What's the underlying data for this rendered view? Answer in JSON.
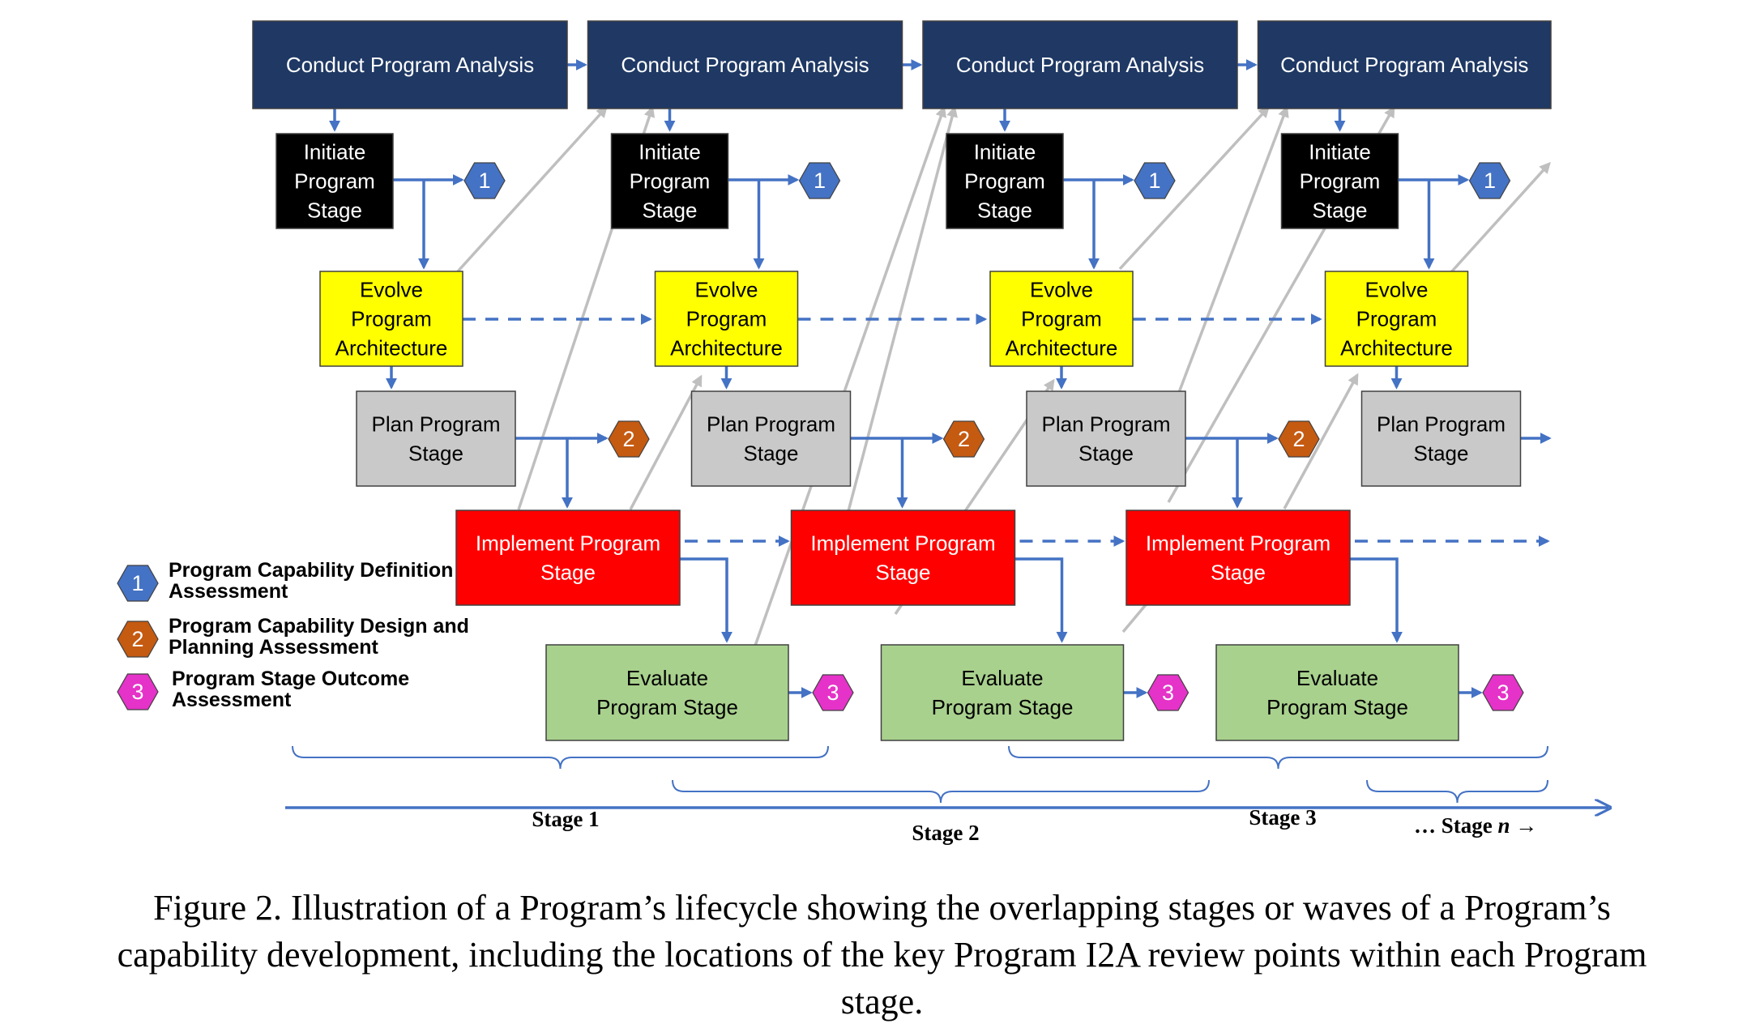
{
  "columns": [
    {
      "analysis": "Conduct Program Analysis",
      "initiate": [
        "Initiate",
        "Program",
        "Stage"
      ],
      "evolve": [
        "Evolve",
        "Program",
        "Architecture"
      ],
      "plan": [
        "Plan Program",
        "Stage"
      ],
      "implement": [
        "Implement Program",
        "Stage"
      ],
      "evaluate": [
        "Evaluate",
        "Program Stage"
      ]
    },
    {
      "analysis": "Conduct Program Analysis",
      "initiate": [
        "Initiate",
        "Program",
        "Stage"
      ],
      "evolve": [
        "Evolve",
        "Program",
        "Architecture"
      ],
      "plan": [
        "Plan Program",
        "Stage"
      ],
      "implement": [
        "Implement Program",
        "Stage"
      ],
      "evaluate": [
        "Evaluate",
        "Program Stage"
      ]
    },
    {
      "analysis": "Conduct Program Analysis",
      "initiate": [
        "Initiate",
        "Program",
        "Stage"
      ],
      "evolve": [
        "Evolve",
        "Program",
        "Architecture"
      ],
      "plan": [
        "Plan Program",
        "Stage"
      ],
      "implement": [
        "Implement Program",
        "Stage"
      ],
      "evaluate": [
        "Evaluate",
        "Program Stage"
      ]
    },
    {
      "analysis": "Conduct Program Analysis",
      "initiate": [
        "Initiate",
        "Program",
        "Stage"
      ],
      "evolve": [
        "Evolve",
        "Program",
        "Architecture"
      ],
      "plan": [
        "Plan Program",
        "Stage"
      ]
    }
  ],
  "markers": {
    "m1": "1",
    "m2": "2",
    "m3": "3"
  },
  "legend": [
    {
      "marker": "1",
      "lines": [
        "Program Capability Definition",
        "Assessment"
      ]
    },
    {
      "marker": "2",
      "lines": [
        "Program Capability Design and",
        "Planning Assessment"
      ]
    },
    {
      "marker": "3",
      "lines": [
        "Program Stage Outcome",
        "Assessment"
      ]
    }
  ],
  "stages": {
    "s1": "Stage 1",
    "s2": "Stage 2",
    "s3": "Stage 3",
    "sn_prefix": "… Stage ",
    "sn_var": "n",
    "sn_arrow": " →"
  },
  "caption": [
    "Figure 2.  Illustration of a Program’s lifecycle showing the overlapping stages or waves of a Program’s",
    "capability development, including the locations of the key Program I2A review points within each Program",
    "stage."
  ],
  "colors": {
    "analysis": "#1f3864",
    "initiate": "#000000",
    "evolve": "#ffff00",
    "plan": "#c9c9c9",
    "implement": "#ff0000",
    "evaluate": "#a9d18e",
    "connector": "#4472c4",
    "feedback": "#bfbfbf",
    "marker1": "#4472c4",
    "marker2": "#c55a11",
    "marker3": "#e532c8"
  }
}
